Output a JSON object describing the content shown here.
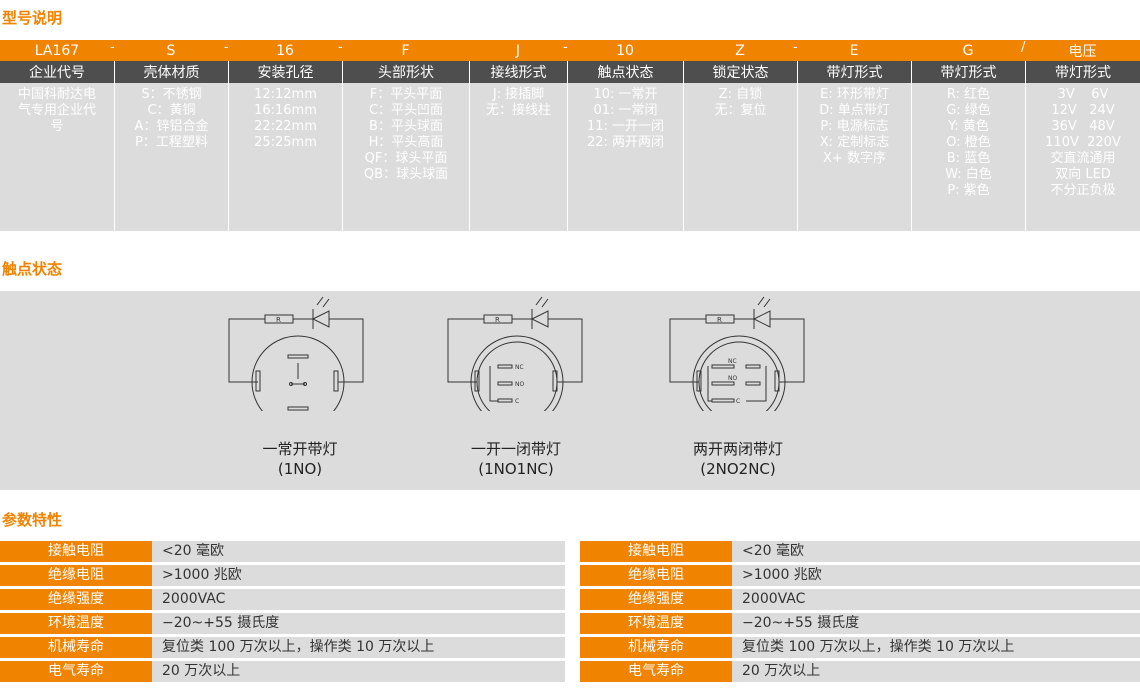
{
  "sections": {
    "model": "型号说明",
    "contacts": "触点状态",
    "params": "参数特性"
  },
  "model_table": {
    "codes": [
      "LA167",
      "S",
      "16",
      "F",
      "J",
      "10",
      "Z",
      "E",
      "G",
      "电压"
    ],
    "separators": [
      "-",
      "-",
      "-",
      "",
      "-",
      "",
      "-",
      "",
      "/"
    ],
    "headers": [
      "企业代号",
      "壳体材质",
      "安装孔径",
      "头部形状",
      "接线形式",
      "触点状态",
      "锁定状态",
      "带灯形式",
      "带灯形式",
      "带灯形式"
    ],
    "col1": [
      "中国科耐达电",
      "气专用企业代",
      "号"
    ],
    "col2": [
      "S：不锈钢",
      "C：黄铜",
      "A：锌铝合金",
      "P：工程塑料"
    ],
    "col3": [
      "12:12mm",
      "16:16mm",
      "22:22mm",
      "25:25mm"
    ],
    "col4": [
      "F：平头平面",
      "C：平头凹面",
      "B：平头球面",
      "H：平头高面",
      "QF：球头平面",
      "QB：球头球面"
    ],
    "col5": [
      "J: 接插脚",
      "无：接线柱"
    ],
    "col6": [
      "10: 一常开",
      "01: 一常闭",
      "11: 一开一闭",
      "22: 两开两闭"
    ],
    "col7": [
      "Z: 自锁",
      "无：复位"
    ],
    "col8": [
      "E: 环形带灯",
      "D: 单点带灯",
      "P: 电源标志",
      "X: 定制标志",
      "X+ 数字序"
    ],
    "col9": [
      "R: 红色",
      "G: 绿色",
      "Y: 黄色",
      "O: 橙色",
      "B: 蓝色",
      "W: 白色",
      "P: 紫色"
    ],
    "col10": [
      "3V    6V",
      "12V   24V",
      "36V   48V",
      "110V  220V",
      "交直流通用",
      "双向 LED",
      "不分正负极"
    ]
  },
  "diagrams": [
    {
      "label": "一常开带灯",
      "code": "(1NO)",
      "resistor": "R"
    },
    {
      "label": "一开一闭带灯",
      "code": "(1NO1NC)",
      "resistor": "R",
      "terms": [
        "NC",
        "NO",
        "C"
      ]
    },
    {
      "label": "两开两闭带灯",
      "code": "(2NO2NC)",
      "resistor": "R",
      "terms": [
        "NC",
        "NO",
        "C"
      ]
    }
  ],
  "specs_left": [
    {
      "label": "接触电阻",
      "value": "<20 毫欧"
    },
    {
      "label": "绝缘电阻",
      "value": ">1000 兆欧"
    },
    {
      "label": "绝缘强度",
      "value": "2000VAC"
    },
    {
      "label": "环境温度",
      "value": "−20~+55 摄氏度"
    },
    {
      "label": "机械寿命",
      "value": "复位类 100 万次以上，操作类 10 万次以上"
    },
    {
      "label": "电气寿命",
      "value": "20 万次以上"
    }
  ],
  "specs_right": [
    {
      "label": "接触电阻",
      "value": "<20 毫欧"
    },
    {
      "label": "绝缘电阻",
      "value": ">1000 兆欧"
    },
    {
      "label": "绝缘强度",
      "value": "2000VAC"
    },
    {
      "label": "环境温度",
      "value": "−20~+55 摄氏度"
    },
    {
      "label": "机械寿命",
      "value": "复位类 100 万次以上，操作类 10 万次以上"
    },
    {
      "label": "电气寿命",
      "value": "20 万次以上"
    }
  ],
  "colors": {
    "accent": "#f08300",
    "header_bg": "#4e4e4e",
    "panel_bg": "#dcdcdc"
  }
}
